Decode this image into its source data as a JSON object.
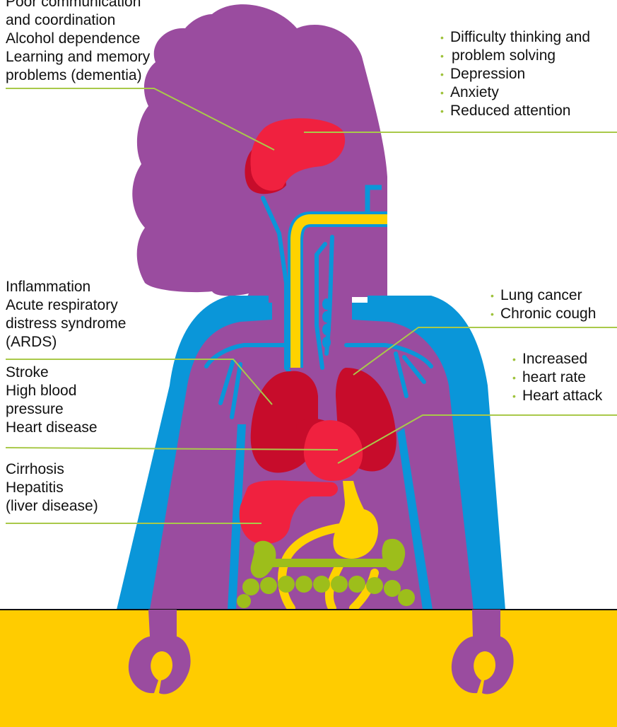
{
  "colors": {
    "background": "#ffffff",
    "body_purple": "#9a4c9f",
    "vessel_blue": "#0a96d9",
    "organ_red": "#f0213f",
    "lung_dark_red": "#c70c2b",
    "gut_yellow": "#ffd200",
    "intestine_green": "#9dbe1b",
    "table_yellow": "#ffcc00",
    "leader_line": "#a9c94a"
  },
  "labels": {
    "brain_left": [
      "Poor communication",
      "and coordination",
      "Alcohol dependence",
      "Learning and memory",
      "problems (dementia)"
    ],
    "brain_right": [
      "Difficulty thinking and",
      "problem solving",
      "Depression",
      "Anxiety",
      "Reduced attention"
    ],
    "lung_left": [
      "Inflammation",
      "Acute respiratory",
      "distress syndrome",
      "(ARDS)"
    ],
    "heart_left": [
      "Stroke",
      "High blood",
      "pressure",
      "Heart disease"
    ],
    "liver_left": [
      "Cirrhosis",
      "Hepatitis",
      "(liver disease)"
    ],
    "lung_right": [
      "Lung cancer",
      "Chronic cough"
    ],
    "heart_right": [
      "Increased",
      "heart rate",
      "Heart attack"
    ]
  }
}
